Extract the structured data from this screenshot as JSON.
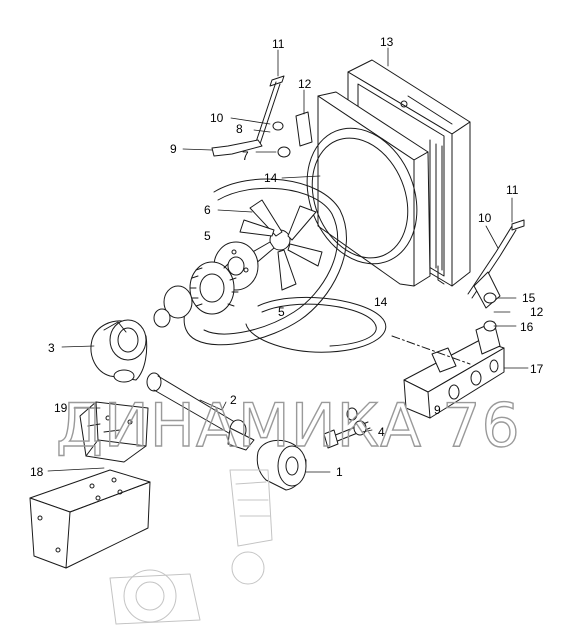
{
  "watermark": "ДИНАМИКА 76",
  "callouts": {
    "c1": "1",
    "c2": "2",
    "c3": "3",
    "c4": "4",
    "c5a": "5",
    "c5b": "5",
    "c6": "6",
    "c7": "7",
    "c8": "8",
    "c9a": "9",
    "c9b": "9",
    "c10a": "10",
    "c10b": "10",
    "c11a": "11",
    "c11b": "11",
    "c12a": "12",
    "c12b": "12",
    "c13": "13",
    "c14a": "14",
    "c14b": "14",
    "c15": "15",
    "c16": "16",
    "c17": "17",
    "c18": "18",
    "c19": "19"
  }
}
